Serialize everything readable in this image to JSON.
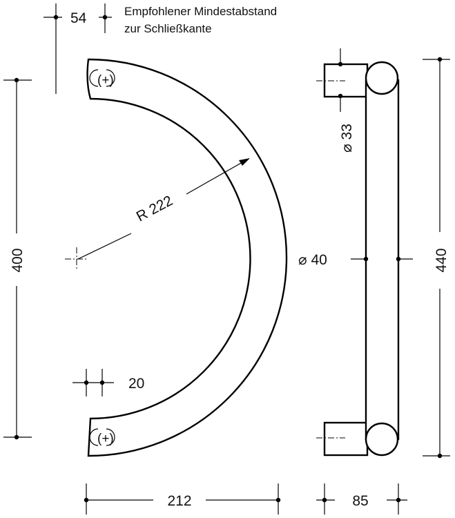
{
  "note": {
    "line1": "Empfohlener Mindestabstand",
    "line2": "zur Schließkante"
  },
  "dimensions": {
    "min_distance": "54",
    "height_total": "400",
    "radius": "R 222",
    "width": "212",
    "rod_offset": "20",
    "rod_diameter": "⌀ 33",
    "grip_diameter": "⌀ 40",
    "length_total": "440",
    "depth": "85"
  },
  "screw_symbol": "(+)"
}
